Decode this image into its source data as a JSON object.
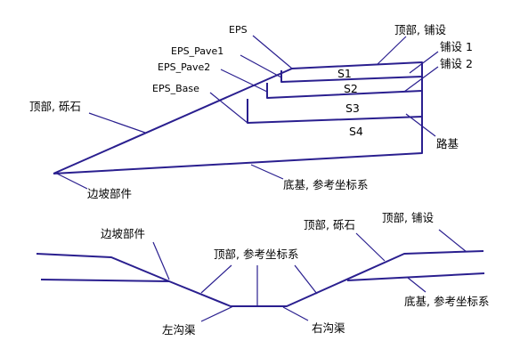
{
  "top": {
    "eps": "EPS",
    "eps_pave1": "EPS_Pave1",
    "eps_pave2": "EPS_Pave2",
    "eps_base": "EPS_Base",
    "s1": "S1",
    "s2": "S2",
    "s3": "S3",
    "s4": "S4",
    "top_paving": "顶部, 铺设",
    "paving1": "铺设 1",
    "paving2": "铺设 2",
    "top_gravel": "顶部, 砾石",
    "subgrade": "路基",
    "slope_part": "边坡部件",
    "base_ref": "底基, 参考坐标系"
  },
  "bottom": {
    "slope_part": "边坡部件",
    "top_ref": "顶部, 参考坐标系",
    "top_gravel": "顶部, 砾石",
    "top_paving": "顶部, 铺设",
    "left_ditch": "左沟渠",
    "right_ditch": "右沟渠",
    "base_ref": "底基, 参考坐标系"
  }
}
